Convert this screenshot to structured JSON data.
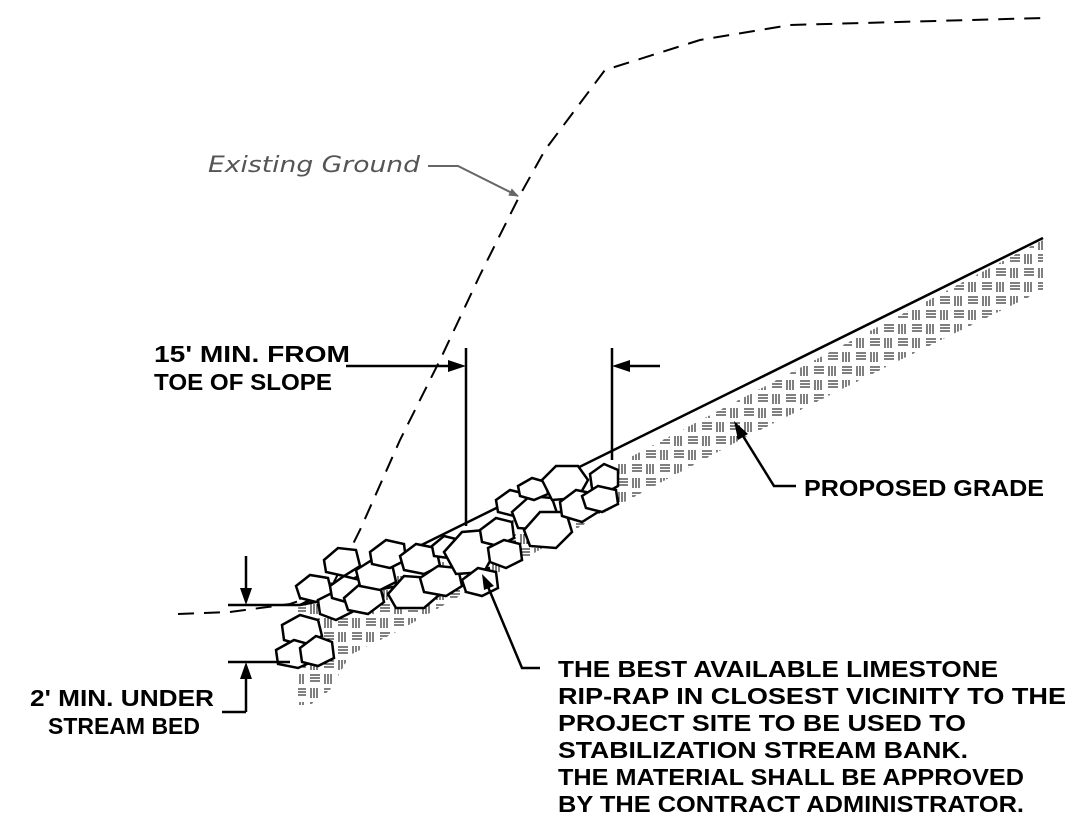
{
  "labels": {
    "existing_ground": "Existing Ground",
    "toe_line1": "15' MIN. FROM",
    "toe_line2": "TOE OF SLOPE",
    "proposed_grade": "PROPOSED GRADE",
    "stream_line1": "2' MIN. UNDER",
    "stream_line2": "STREAM BED",
    "note_lines": [
      "THE BEST AVAILABLE LIMESTONE",
      "RIP-RAP IN CLOSEST VICINITY TO THE",
      "PROJECT SITE TO BE USED TO",
      "STABILIZATION STREAM BANK.",
      "THE MATERIAL SHALL BE APPROVED",
      "BY THE CONTRACT ADMINISTRATOR."
    ]
  },
  "colors": {
    "line": "#000000",
    "existing_ground": "#000000",
    "hatch": "#000000",
    "leader_gray": "#666666"
  }
}
